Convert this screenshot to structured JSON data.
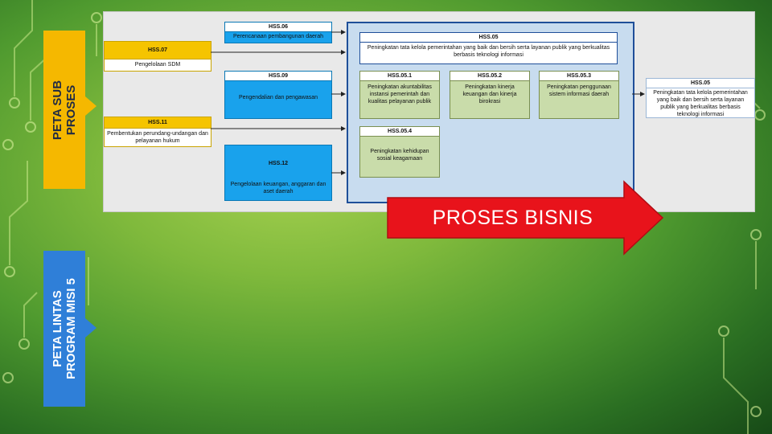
{
  "slide": {
    "tab_sub": {
      "line1": "PETA SUB",
      "line2": "PROSES"
    },
    "tab_lintas": {
      "line1": "PETA LINTAS",
      "line2": "PROGRAM MISI 5"
    },
    "callout": "PROSES BISNIS",
    "colors": {
      "tab_sub": "#f5b800",
      "tab_lintas": "#2f7fd8",
      "callout": "#e8131b",
      "panel_border": "#1f4f99",
      "blue_box": "#19a2ec",
      "green_box": "#c9dcaa"
    }
  },
  "diagram": {
    "hss06": {
      "code": "HSS.06",
      "text": "Perencanaan pembangunan daerah"
    },
    "hss07": {
      "code": "HSS.07",
      "text": "Pengelolaan SDM"
    },
    "hss09": {
      "code": "HSS.09",
      "text": "Pengendalian dan pengawasan"
    },
    "hss11": {
      "code": "HSS.11",
      "text": "Pembentukan perundang-undangan dan pelayanan hukum"
    },
    "hss12": {
      "code": "HSS.12",
      "text": "Pengelolaan keuangan, anggaran dan aset daerah"
    },
    "hss05": {
      "code": "HSS.05",
      "text": "Peningkatan tata kelola pemerintahan yang baik dan bersih serta layanan publik yang berkualitas berbasis teknologi informasi"
    },
    "hss051": {
      "code": "HSS.05.1",
      "text": "Peningkatan akuntabilitas instansi pemerintah dan kualitas pelayanan publik"
    },
    "hss052": {
      "code": "HSS.05.2",
      "text": "Peningkatan kinerja keuangan dan kinerja birokrasi"
    },
    "hss053": {
      "code": "HSS.05.3",
      "text": "Peningkatan penggunaan sistem informasi daerah"
    },
    "hss054": {
      "code": "HSS.05.4",
      "text": "Peningkatan kehidupan sosial keagamaan"
    },
    "output": {
      "code": "HSS.05",
      "text": "Peningkatan tata kelola pemerintahan yang baik dan bersih serta layanan publik yang berkualitas berbasis teknologi informasi"
    }
  }
}
